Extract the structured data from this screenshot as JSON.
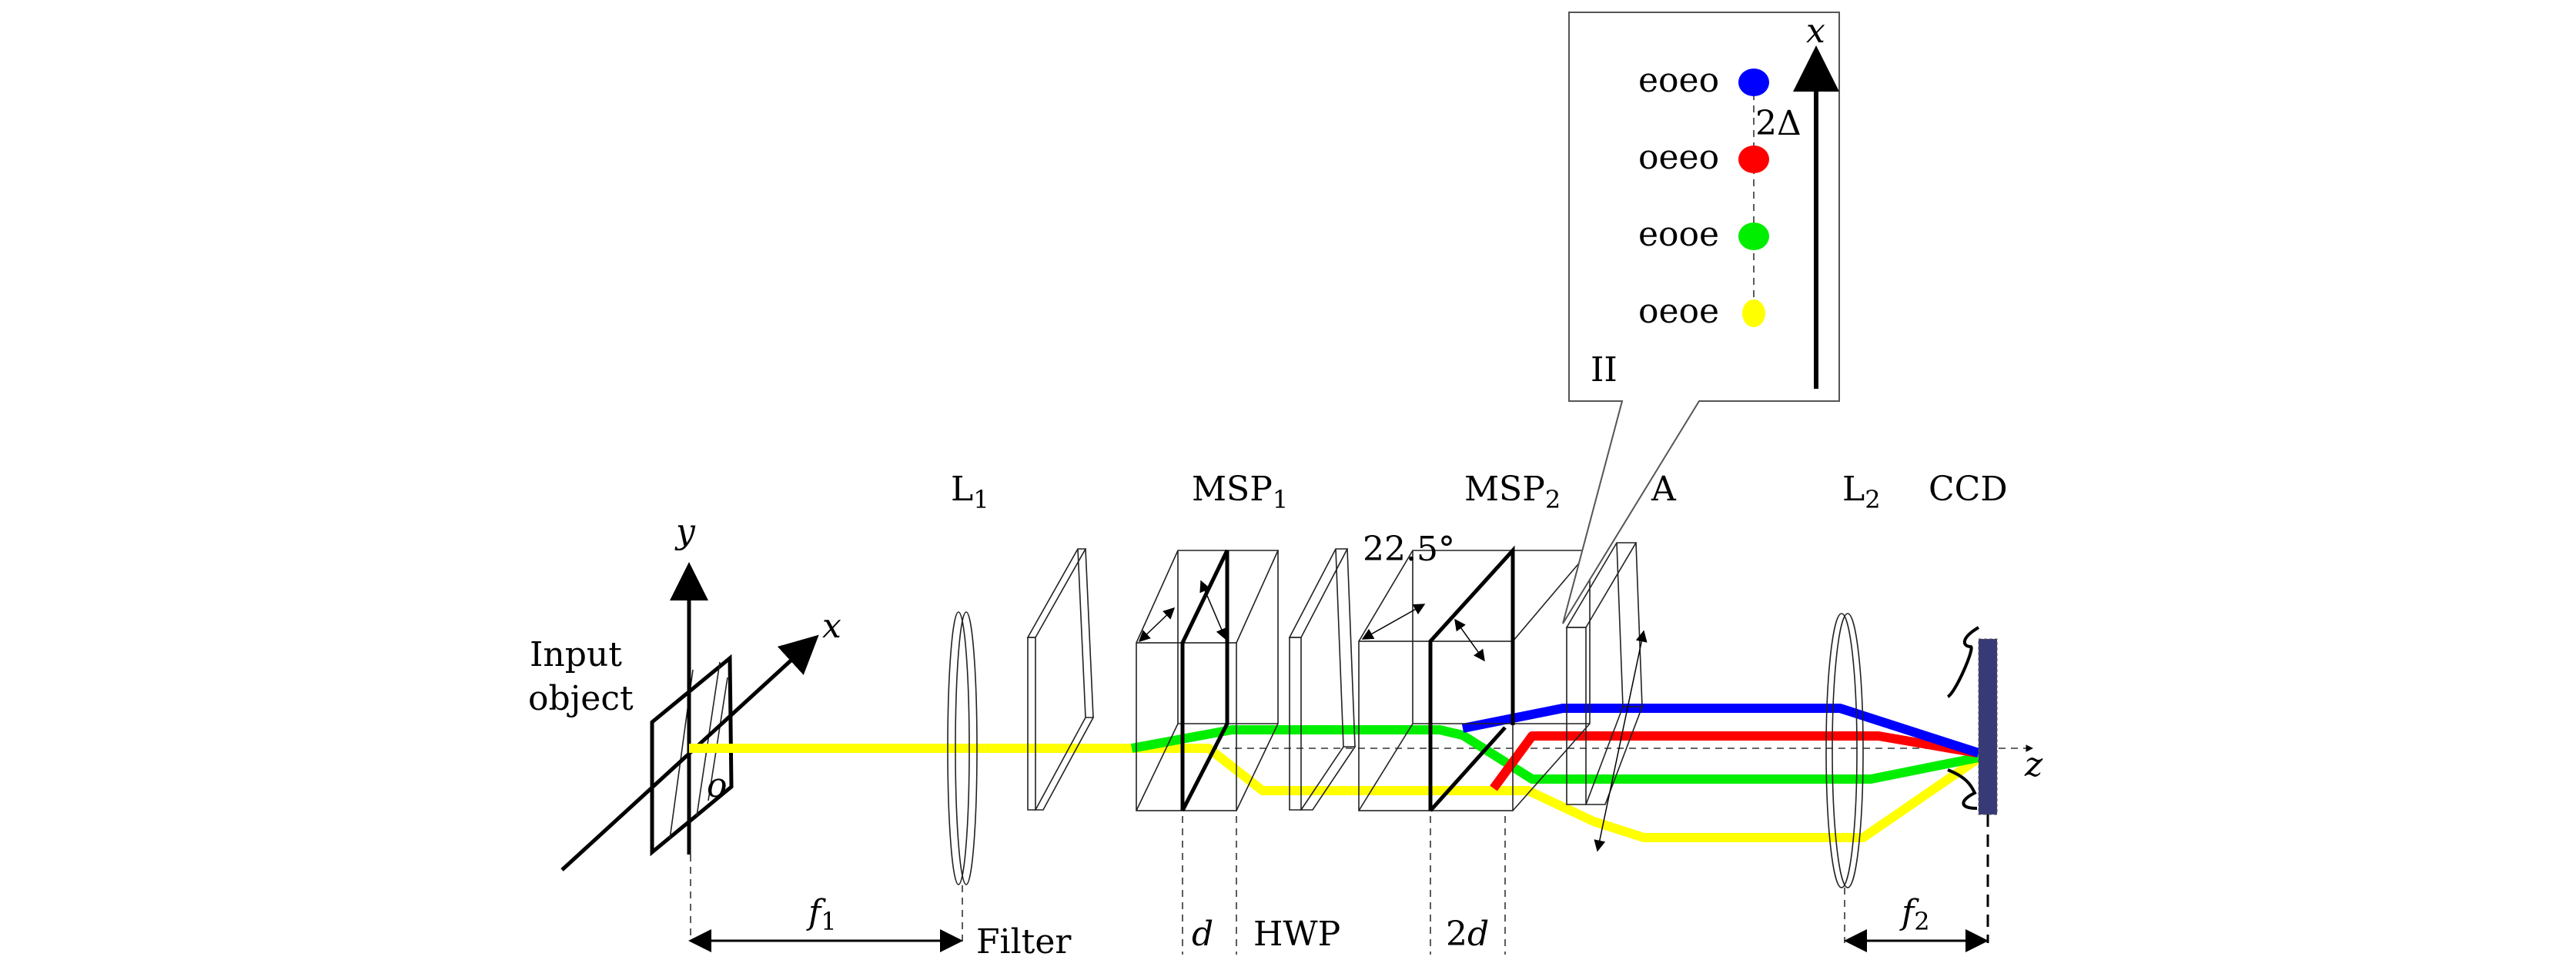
{
  "labels": {
    "input_object_line1": "Input",
    "input_object_line2": "object",
    "axis_y": "y",
    "axis_x": "x",
    "origin": "o",
    "axis_z": "z",
    "lens1": "L",
    "lens1_sub": "1",
    "filter": "Filter",
    "msp1": "MSP",
    "msp1_sub": "1",
    "msp2": "MSP",
    "msp2_sub": "2",
    "hwp": "HWP",
    "hwp_angle": "22.5°",
    "analyzer": "A",
    "lens2": "L",
    "lens2_sub": "2",
    "ccd": "CCD",
    "thickness_msp1": "d",
    "thickness_msp2_num": "2",
    "thickness_msp2_var": "d",
    "focal1": "f",
    "focal1_sub": "1",
    "focal2": "f",
    "focal2_sub": "2"
  },
  "inset": {
    "label": "II",
    "axis_label": "x",
    "spacing_label": "2Δ",
    "spots": [
      {
        "name": "eoeo",
        "color": "#0000ff"
      },
      {
        "name": "oeeo",
        "color": "#ff0000"
      },
      {
        "name": "eooe",
        "color": "#00ee00"
      },
      {
        "name": "oeoe",
        "color": "#ffff00"
      }
    ]
  },
  "colors": {
    "beam_blue": "#0000ff",
    "beam_red": "#ff0000",
    "beam_green": "#00ee00",
    "beam_yellow": "#ffff00",
    "ccd_fill": "#383a78"
  }
}
